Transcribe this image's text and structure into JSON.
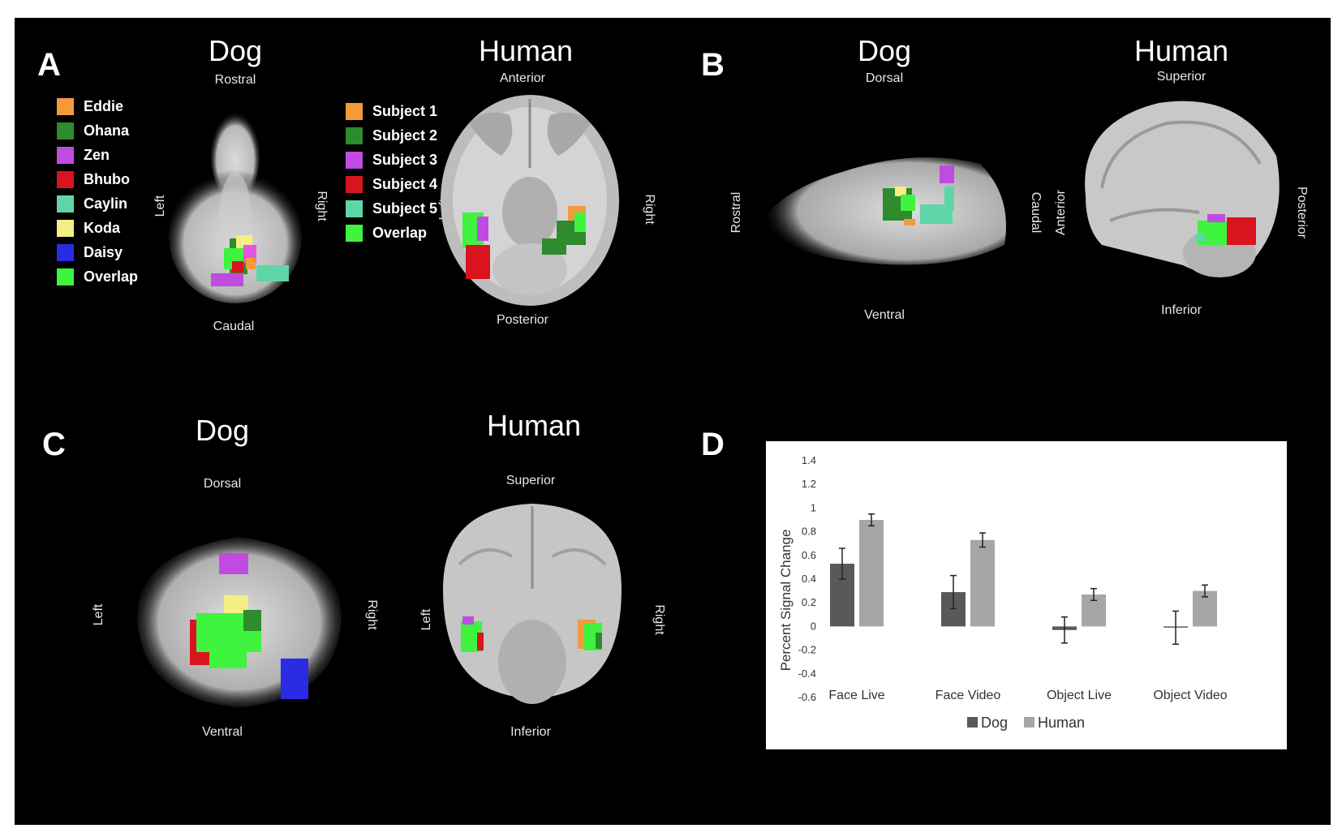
{
  "panels": {
    "A": {
      "letter": "A",
      "dog": {
        "title": "Dog",
        "top": "Rostral",
        "bottom": "Caudal",
        "left": "Left",
        "right": "Right"
      },
      "human": {
        "title": "Human",
        "top": "Anterior",
        "bottom": "Posterior",
        "left": "Left",
        "right": "Right"
      },
      "dog_legend": [
        {
          "label": "Eddie",
          "color": "#f59a3c"
        },
        {
          "label": "Ohana",
          "color": "#2e8b2e"
        },
        {
          "label": "Zen",
          "color": "#c04be0"
        },
        {
          "label": "Bhubo",
          "color": "#d9141e"
        },
        {
          "label": "Caylin",
          "color": "#5fd6a8"
        },
        {
          "label": "Koda",
          "color": "#f5ee82"
        },
        {
          "label": "Daisy",
          "color": "#2b2be6"
        },
        {
          "label": "Overlap",
          "color": "#3ef43e"
        }
      ],
      "human_legend": [
        {
          "label": "Subject 1",
          "color": "#f59a3c"
        },
        {
          "label": "Subject 2",
          "color": "#2e8b2e"
        },
        {
          "label": "Subject 3",
          "color": "#c04be0"
        },
        {
          "label": "Subject 4",
          "color": "#d9141e"
        },
        {
          "label": "Subject 5",
          "color": "#5fd6a8"
        },
        {
          "label": "Overlap",
          "color": "#3ef43e"
        }
      ]
    },
    "B": {
      "letter": "B",
      "dog": {
        "title": "Dog",
        "top": "Dorsal",
        "bottom": "Ventral",
        "left": "Rostral",
        "right": "Caudal"
      },
      "human": {
        "title": "Human",
        "top": "Superior",
        "bottom": "Inferior",
        "left": "Anterior",
        "right": "Posterior"
      }
    },
    "C": {
      "letter": "C",
      "dog": {
        "title": "Dog",
        "top": "Dorsal",
        "bottom": "Ventral",
        "left": "Left",
        "right": "Right"
      },
      "human": {
        "title": "Human",
        "top": "Superior",
        "bottom": "Inferior",
        "left": "Left",
        "right": "Right"
      }
    },
    "D": {
      "letter": "D"
    }
  },
  "chart_data": {
    "type": "bar",
    "ylabel": "Percent Signal Change",
    "ylim": [
      -0.6,
      1.4
    ],
    "yticks": [
      "1.4",
      "1.2",
      "1",
      "0.8",
      "0.6",
      "0.4",
      "0.2",
      "0",
      "-0.2",
      "-0.4",
      "-0.6"
    ],
    "categories": [
      "Face Live",
      "Face Video",
      "Object Live",
      "Object Video"
    ],
    "series": [
      {
        "name": "Dog",
        "color": "#595959",
        "values": [
          0.53,
          0.29,
          -0.03,
          -0.01
        ],
        "errors": [
          0.13,
          0.14,
          0.11,
          0.14
        ]
      },
      {
        "name": "Human",
        "color": "#a6a6a6",
        "values": [
          0.9,
          0.73,
          0.27,
          0.3
        ],
        "errors": [
          0.05,
          0.06,
          0.05,
          0.05
        ]
      }
    ],
    "legend_position": "bottom"
  }
}
